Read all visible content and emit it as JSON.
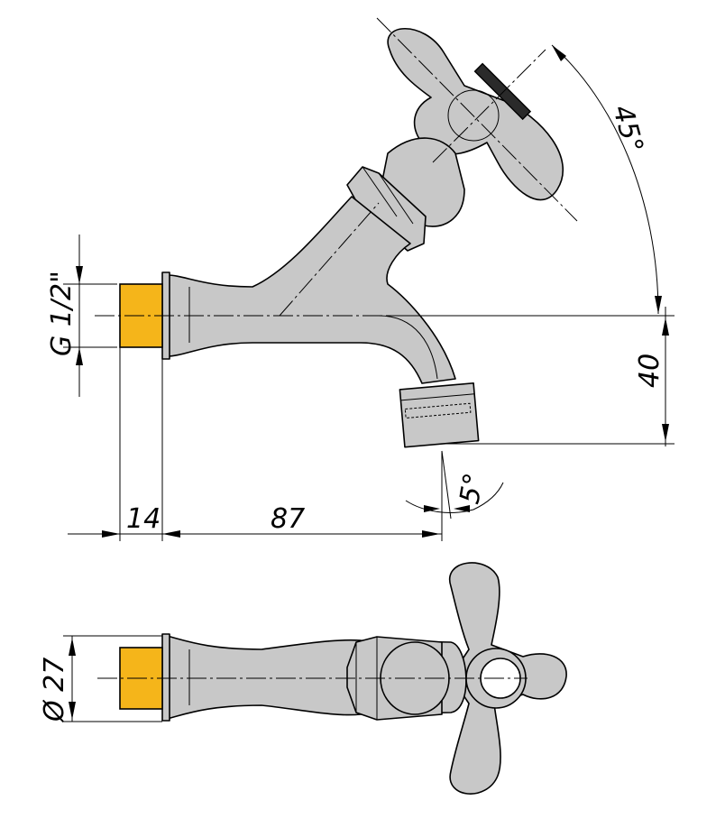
{
  "dimensions": {
    "thread_label": "G 1/2\"",
    "spout_height": "40",
    "thread_length": "14",
    "body_length": "87",
    "spout_angle": "5°",
    "handle_angle": "45°",
    "diameter": "Ø 27"
  },
  "colors": {
    "body": "#c8c8c8",
    "thread": "#f5b51a",
    "line": "#000000"
  }
}
